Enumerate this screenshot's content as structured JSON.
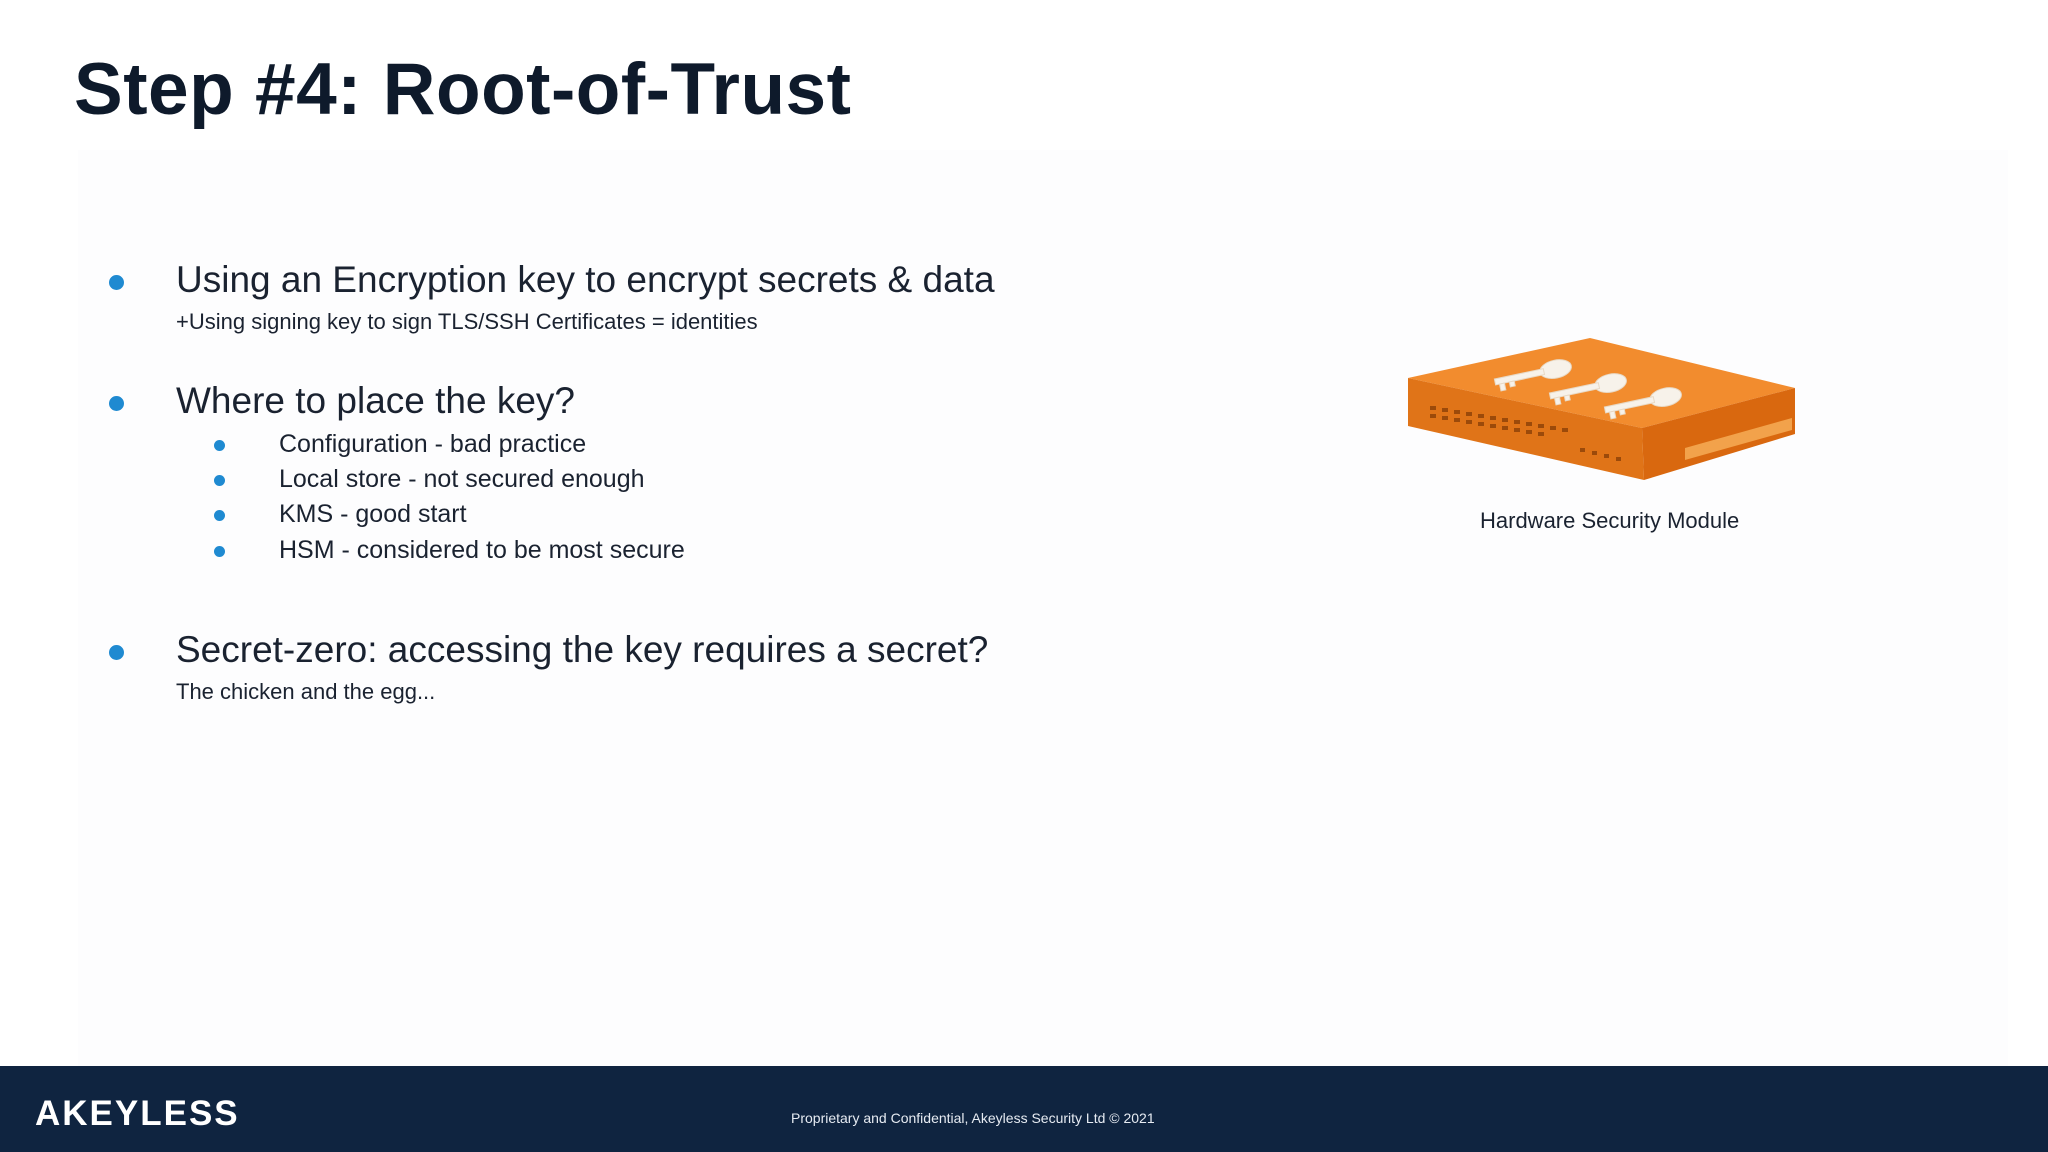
{
  "slide": {
    "title": "Step #4: Root-of-Trust",
    "bullets": [
      {
        "text": "Using an Encryption key to encrypt secrets & data",
        "note": "+Using signing key to sign TLS/SSH Certificates = identities"
      },
      {
        "text": "Where to place the key?",
        "subitems": [
          "Configuration - bad practice",
          "Local store - not secured enough",
          "KMS - good start",
          "HSM - considered to be most secure"
        ]
      },
      {
        "text": "Secret-zero: accessing the key requires a secret?",
        "note": "The chicken and the egg..."
      }
    ],
    "image": {
      "icon": "hsm-device-icon",
      "caption": "Hardware Security Module"
    }
  },
  "footer": {
    "logo": "AKEYLESS",
    "text": "Proprietary and Confidential, Akeyless Security Ltd © 2021"
  },
  "colors": {
    "accent": "#1f8ad1",
    "footer_bg": "#0f2440",
    "device_orange": "#f08a2c"
  }
}
